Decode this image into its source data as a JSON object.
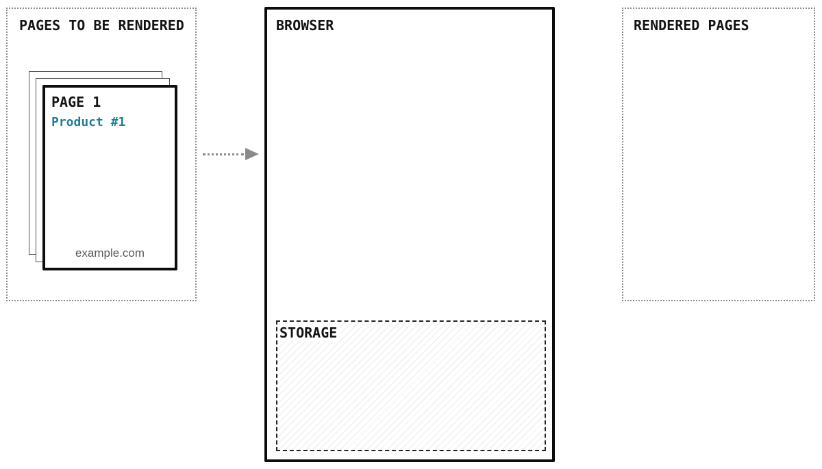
{
  "left_panel": {
    "title": "PAGES TO BE RENDERED"
  },
  "page_stack": {
    "back_sheet_count": 2,
    "front_card": {
      "title": "PAGE 1",
      "subtitle": "Product #1",
      "domain": "example.com"
    }
  },
  "arrow": {
    "style": "dotted",
    "direction": "right",
    "color": "#8a8a8a"
  },
  "browser_panel": {
    "title": "BROWSER",
    "storage": {
      "title": "STORAGE",
      "fill": "diagonal-hatch"
    }
  },
  "right_panel": {
    "title": "RENDERED PAGES"
  },
  "colors": {
    "background": "#ffffff",
    "solid_border": "#0d0d0d",
    "dotted_panel_border": "#8b8b8b",
    "dashed_storage_border": "#222222",
    "back_sheet_border": "#4d4d4d",
    "accent_teal": "#1b7f95",
    "footer_gray": "#595959",
    "arrow_gray": "#8a8a8a",
    "hatch_gray": "#ebebeb"
  }
}
